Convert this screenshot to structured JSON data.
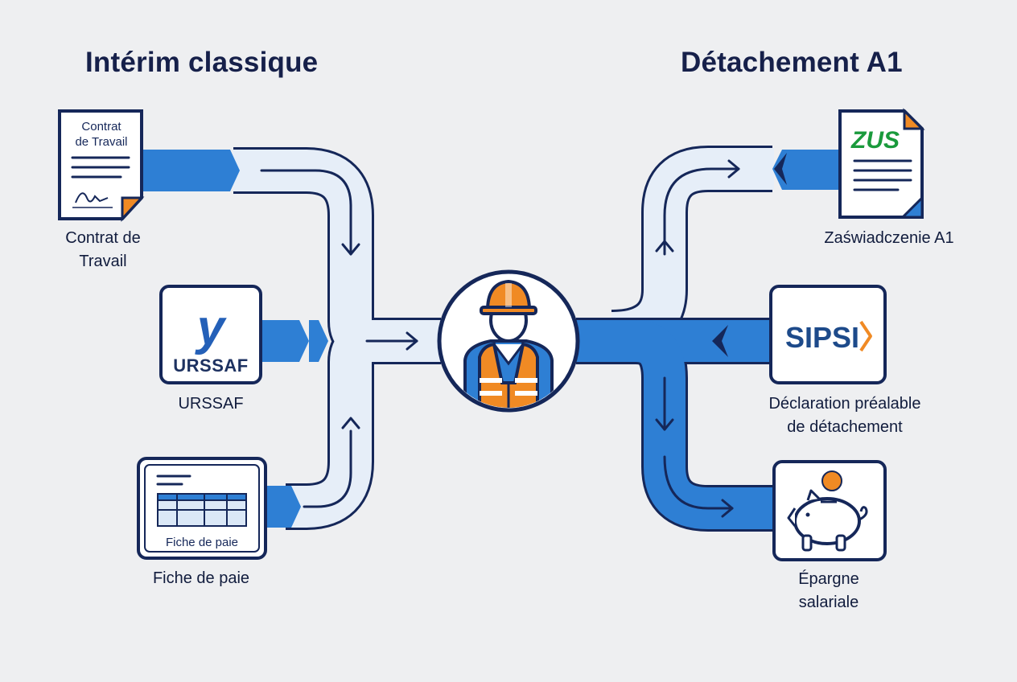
{
  "headings": {
    "left": "Intérim classique",
    "right": "Détachement A1"
  },
  "left_items": {
    "contract": {
      "doc_title_line1": "Contrat",
      "doc_title_line2": "de Travail",
      "label_line1": "Contrat de",
      "label_line2": "Travail",
      "icon": "contract-document-icon"
    },
    "urssaf": {
      "logo_letter": "y",
      "logo_text": "URSSAF",
      "label": "URSSAF",
      "icon": "urssaf-logo-icon"
    },
    "payslip": {
      "doc_title": "Fiche de paie",
      "label": "Fiche de paie",
      "icon": "payslip-table-icon"
    }
  },
  "center": {
    "icon": "construction-worker-icon"
  },
  "right_items": {
    "zus": {
      "logo_text": "ZUS",
      "label": "Zaświadczenie A1",
      "icon": "zus-document-icon"
    },
    "sipsi": {
      "logo_text": "SIPSI",
      "label_line1": "Déclaration préalable",
      "label_line2": "de détachement",
      "icon": "sipsi-logo-icon"
    },
    "savings": {
      "label_line1": "Épargne",
      "label_line2": "salariale",
      "icon": "piggy-bank-icon"
    }
  },
  "colors": {
    "navy": "#152759",
    "blue": "#2e7fd4",
    "light_blue": "#e6eef8",
    "orange": "#f08a24",
    "zus_green": "#1a9a3c",
    "background": "#eeeff1"
  }
}
